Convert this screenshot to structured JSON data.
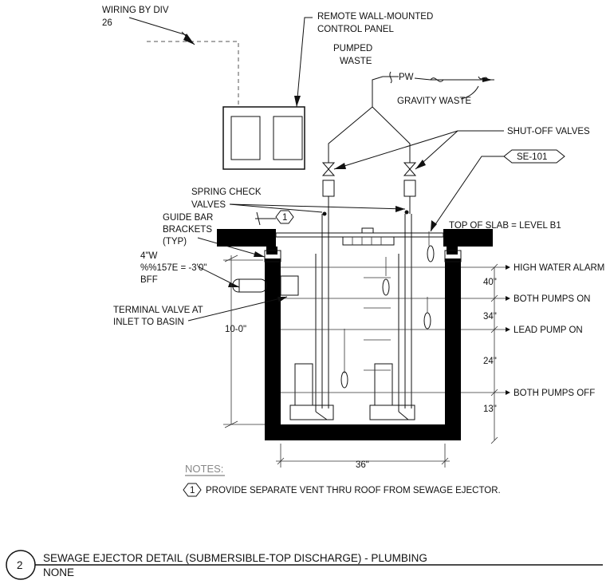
{
  "labels": {
    "wiring": [
      "WIRING BY DIV",
      "26"
    ],
    "control_panel": [
      "REMOTE WALL-MOUNTED",
      "CONTROL PANEL"
    ],
    "pumped_waste": [
      "PUMPED",
      "WASTE"
    ],
    "pw": "PW",
    "gravity_waste": "GRAVITY WASTE",
    "shutoff_valves": "SHUT-OFF VALVES",
    "tag": "SE-101",
    "spring_check": [
      "SPRING CHECK",
      "VALVES"
    ],
    "guide_bar": [
      "GUIDE BAR",
      "BRACKETS",
      "(TYP)"
    ],
    "top_of_slab": "TOP OF SLAB = LEVEL B1",
    "inlet_size": [
      "4\"W",
      "%%157E = -3'0\"",
      "BFF"
    ],
    "terminal_valve": [
      "TERMINAL VALVE AT",
      "INLET TO BASIN"
    ],
    "high_water": "HIGH WATER ALARM",
    "both_on": "BOTH PUMPS ON",
    "lead_on": "LEAD PUMP ON",
    "both_off": "BOTH PUMPS OFF",
    "dim_40": "40\"",
    "dim_34": "34\"",
    "dim_24": "24\"",
    "dim_13": "13\"",
    "dim_depth": "10-0\"",
    "dim_width": "36\"",
    "note_marker": "1"
  },
  "notes": {
    "heading": "NOTES:",
    "items": [
      {
        "marker": "1",
        "text": "PROVIDE SEPARATE VENT THRU ROOF FROM SEWAGE EJECTOR."
      }
    ]
  },
  "title_block": {
    "number": "2",
    "title": "SEWAGE EJECTOR DETAIL (SUBMERSIBLE-TOP DISCHARGE) - PLUMBING",
    "scale": "NONE"
  }
}
